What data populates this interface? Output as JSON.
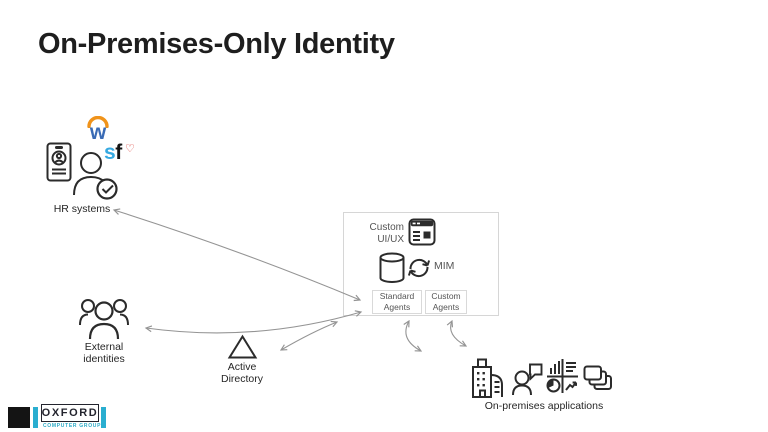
{
  "slide": {
    "title": "On-Premises-Only Identity"
  },
  "hr": {
    "label": "HR systems",
    "workday_letter": "w",
    "sf_s": "s",
    "sf_f": "f",
    "heart_glyph": "♡"
  },
  "external": {
    "line1": "External",
    "line2": "identities"
  },
  "active_directory": {
    "line1": "Active",
    "line2": "Directory"
  },
  "mim_box": {
    "custom_uiux": "Custom UI/UX",
    "mim": "MIM",
    "standard_agents": "Standard Agents",
    "custom_agents": "Custom Agents"
  },
  "apps": {
    "label": "On-premises applications"
  },
  "logo": {
    "name": "OXFORD",
    "subtitle": "COMPUTER GROUP"
  },
  "colors": {
    "workday_orange": "#f0931a",
    "workday_blue": "#3a6bb5",
    "sf_blue": "#36a9e1",
    "heart_red": "#d8332c",
    "logo_cyan": "#2aaed0",
    "arrow_gray": "#949494",
    "icon_stroke": "#2b2b2b",
    "box_border": "#d6d6d6"
  },
  "icons": {
    "id-badge-icon": "🪪",
    "user-check-icon": "👤✓",
    "workday-arc-icon": "⌒",
    "heart-icon": "♡",
    "users-group-icon": "👥",
    "triangle-icon": "△",
    "browser-window-icon": "🗔",
    "database-icon": "🛢",
    "sync-icon": "⟳",
    "building-icon": "🏢",
    "user-chat-icon": "👤💬",
    "analytics-quadrant-icon": "📊",
    "stacked-windows-icon": "🗗"
  }
}
